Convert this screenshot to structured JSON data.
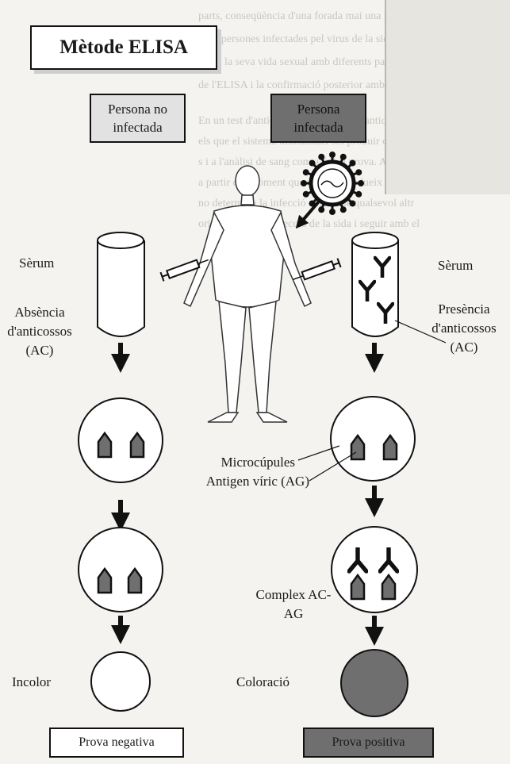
{
  "title": "Mètode ELISA",
  "persons": {
    "non_infected": "Persona no infectada",
    "infected": "Persona infectada"
  },
  "labels": {
    "serum_left": "Sèrum",
    "serum_right": "Sèrum",
    "absence": "Absència d'anticossos (AC)",
    "presence": "Presència d'anticossos (AC)",
    "microcupules": "Microcúpules",
    "antigen": "Antigen víric (AG)",
    "complex": "Complex AC-AG",
    "incolor": "Incolor",
    "coloracio": "Coloració"
  },
  "results": {
    "negative": "Prova negativa",
    "positive": "Prova positiva"
  },
  "background_text": [
    "parts, conseqüència d'una forada mai una porta",
    "a les persones infectades pel virus de la sida",
    "s i en la seva vida sexual amb diferents parelles",
    "de l'ELISA i la confirmació posterior amb Western",
    "En un test d'anticossos s'exploren els anticossos d",
    "els que el sistema immunitari sol produir contra ell",
    "s i a l'anàlisi de sang com a única prova. Aquesta",
    "a partir del moment que el virus produeix per primer",
    "no determina la infecció sinó la de qualsevol altr",
    "originada per la infecció de la sida i seguir amb el"
  ],
  "colors": {
    "page": "#f4f3ef",
    "dark_fill": "#6f6f6f",
    "light_fill": "#e2e2e2",
    "ink": "#111111"
  }
}
